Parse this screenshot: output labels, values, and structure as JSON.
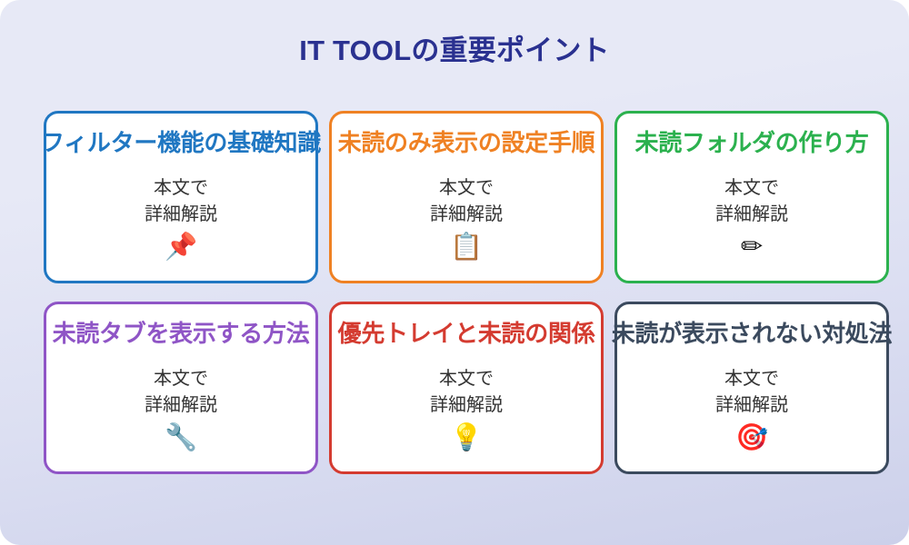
{
  "header": {
    "title": "IT TOOLの重要ポイント",
    "title_color": "#2a3190"
  },
  "background": {
    "gradient_from": "#e7e9f6",
    "gradient_to": "#ccd0ea",
    "corner_radius": "22px"
  },
  "body_text_color": "#333333",
  "cards": [
    {
      "title": "フィルター機能の基礎知識",
      "body": "本文で\n詳細解説",
      "icon": "📌",
      "icon_name": "pushpin-icon",
      "color": "#2077c2"
    },
    {
      "title": "未読のみ表示の設定手順",
      "body": "本文で\n詳細解説",
      "icon": "📋",
      "icon_name": "clipboard-icon",
      "color": "#ef8123"
    },
    {
      "title": "未読フォルダの作り方",
      "body": "本文で\n詳細解説",
      "icon": "✏",
      "icon_name": "pencil-icon",
      "color": "#2bb14e"
    },
    {
      "title": "未読タブを表示する方法",
      "body": "本文で\n詳細解説",
      "icon": "🔧",
      "icon_name": "wrench-icon",
      "color": "#8f55c6"
    },
    {
      "title": "優先トレイと未読の関係",
      "body": "本文で\n詳細解説",
      "icon": "💡",
      "icon_name": "lightbulb-icon",
      "color": "#d43b30"
    },
    {
      "title": "未読が表示されない対処法",
      "body": "本文で\n詳細解説",
      "icon": "🎯",
      "icon_name": "target-icon",
      "color": "#3b4a5e"
    }
  ]
}
